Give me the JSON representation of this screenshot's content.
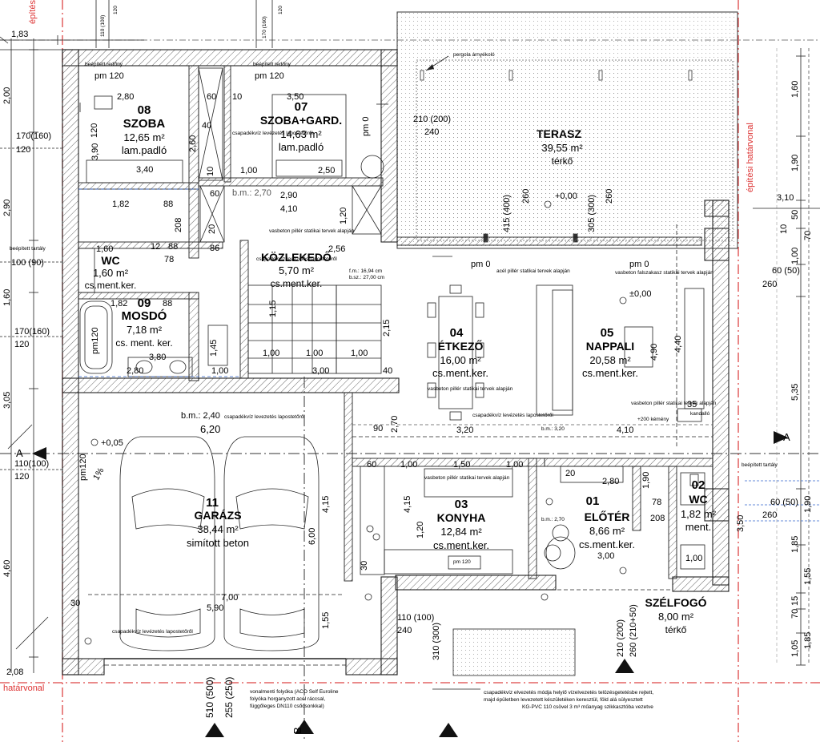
{
  "rooms": [
    {
      "id": "08",
      "name": "SZOBA",
      "area": "12,65 m²",
      "floor": "lam.padló"
    },
    {
      "id": "07",
      "name": "SZOBA+GARD.",
      "area": "14,63 m²",
      "floor": "lam.padló"
    },
    {
      "id": "",
      "name": "TERASZ",
      "area": "39,55 m²",
      "floor": "térkő"
    },
    {
      "id": "",
      "name": "WC",
      "area": "1,60 m²",
      "floor": "cs.ment.ker."
    },
    {
      "id": "",
      "name": "KÖZLEKEDŐ",
      "area": "5,70 m²",
      "floor": "cs.ment.ker."
    },
    {
      "id": "09",
      "name": "MOSDÓ",
      "area": "7,18 m²",
      "floor": "cs. ment. ker."
    },
    {
      "id": "04",
      "name": "ÉTKEZŐ",
      "area": "16,00 m²",
      "floor": "cs.ment.ker."
    },
    {
      "id": "05",
      "name": "NAPPALI",
      "area": "20,58 m²",
      "floor": "cs.ment.ker."
    },
    {
      "id": "11",
      "name": "GARÁZS",
      "area": "38,44 m²",
      "floor": "simított beton"
    },
    {
      "id": "03",
      "name": "KONYHA",
      "area": "12,84 m²",
      "floor": "cs.ment.ker."
    },
    {
      "id": "01",
      "name": "ELŐTÉR",
      "area": "8,66 m²",
      "floor": "cs.ment.ker."
    },
    {
      "id": "02",
      "name": "WC",
      "area": "1,82 m²",
      "floor": "ment."
    },
    {
      "id": "",
      "name": "SZÉLFOGÓ",
      "area": "8,00 m²",
      "floor": "térkő"
    }
  ],
  "labels": {
    "boundary_top": "építési",
    "boundary_right": "építési határvonal",
    "boundary_left_bottom": "határvonal",
    "pergola": "pergola árnyékoló",
    "section_a": "A",
    "section_b": "B"
  },
  "notes": {
    "downspout": "csapadékvíz levézetés lapostetőről",
    "downspout_short": "csapadékvíz levezetés lapostetőről",
    "pillar_concrete": "vasbeton pillér statikai tervek alapján",
    "pillar_steel": "acél pillér statikai tervek alapján",
    "wall_concrete": "vasbeton falszakasz statikai tervek alapján",
    "builtin_tank": "beépített tartály",
    "builtin_cabinet": "beépített redőny",
    "chimney": "+200 kémény",
    "stair_note1": "f.m.: 16,94 cm",
    "stair_note2": "b.sz.: 27,00 cm",
    "drain_line1": "vonalmenti folyóka (ACO Self Euroline",
    "drain_line2": "folyóka horganyzott acél ráccsal,",
    "drain_line3": "függőleges DN110 csőcsonkkal)",
    "bottom_line1": "csapadékvíz elvezetés módja helyiő vízelvezetés telözésgetetésbe rejtett,",
    "bottom_line2": "majd épületben levezetett készületéken keresztül, föld alá sülyesztett",
    "bottom_line3": "KG-PVC 110 csövel 3 m³ műanyag szikkasztóba vezetve",
    "kandallo": "kandalló"
  },
  "dimensions": {
    "top_183": "1,83",
    "top_110": "110 (100)",
    "top_120": "120",
    "top_170": "170 (160)",
    "left_200": "2,00",
    "left_170": "170(160)",
    "left_120a": "120",
    "left_290": "2,90",
    "left_100": "100 (90)",
    "left_160": "1,60",
    "left_170b": "170(160)",
    "left_120b": "120",
    "left_305": "3,05",
    "left_110": "110(100)",
    "left_120c": "120",
    "left_460": "4,60",
    "left_208": "2,08",
    "right_160": "1,60",
    "right_190": "1,90",
    "right_310": "3,10",
    "right_50": "50",
    "right_10": "10",
    "right_100": "1,00",
    "right_70": "70",
    "right_60": "60 (50)",
    "right_260": "260",
    "right_535": "5,35",
    "right_190b": "1,90",
    "right_350": "3,50",
    "right_185": "1,85",
    "right_155": "1,55",
    "right_15": "15",
    "right_70b": "70",
    "right_105": "1,05",
    "right_185b": "1,85",
    "r08_280": "2,80",
    "r08_390": "3,90",
    "r08_340": "3,40",
    "r08_182": "1,82",
    "r08_pm": "pm 120",
    "r08_120v": "120",
    "r08_120c": "120",
    "r07_350": "3,50",
    "r07_250": "2,50",
    "r07_100": "1,00",
    "r07_290": "2,90",
    "r07_410": "4,10",
    "r07_pm": "pm 120",
    "r07_pm0": "pm 0",
    "c_60": "60",
    "c_10": "10",
    "c_40": "40",
    "c_260": "2,60",
    "c_88": "88",
    "c_208": "208",
    "c_86": "86",
    "c_60b": "60",
    "c_10b": "10",
    "c_20": "20",
    "c_256": "2,56",
    "c_120": "1,20",
    "bm270": "b.m.: 2,70",
    "ter_210": "210 (200)",
    "ter_240": "240",
    "ter_415": "415 (400)",
    "ter_260": "260",
    "ter_305": "305 (300)",
    "ter_260b": "260",
    "pm0": "pm 0",
    "plus0": "+0,00",
    "wc_160": "1,60",
    "wc_78": "78",
    "wc_12": "12",
    "wc_88": "88",
    "mos_182": "1,82",
    "mos_88": "88",
    "mos_145": "1,45",
    "mos_380": "3,80",
    "mos_280": "2,80",
    "mos_100": "1,00",
    "mos_pm120": "pm120",
    "koz_115": "1,15",
    "koz_100a": "1,00",
    "koz_100b": "1,00",
    "koz_100c": "1,00",
    "koz_300": "3,00",
    "koz_40": "40",
    "koz_215": "2,15",
    "et_490": "4,90",
    "et_440": "4,40",
    "et_320": "3,20",
    "et_410": "4,10",
    "et_bm320": "b.m.: 3,20",
    "et_270": "2,70",
    "et_35": "35",
    "et_000": "±0,00",
    "g_bm240": "b.m.: 2,40",
    "g_620": "6,20",
    "g_005": "+0,05",
    "g_700": "7,00",
    "g_590": "5,90",
    "g_600": "6,00",
    "g_415": "4,15",
    "g_155": "1,55",
    "g_30": "30",
    "g_1pct": "1%",
    "g_pm120": "pm120",
    "k_100": "1,00",
    "k_150": "1,50",
    "k_100b": "1,00",
    "k_60": "60",
    "k_90": "90",
    "k_415": "4,15",
    "k_120": "1,20",
    "k_30": "30",
    "k_pm120": "pm 120",
    "e_280": "2,80",
    "e_300": "3,00",
    "e_20": "20",
    "e_bm270": "b.m.: 2,70",
    "e_208": "208",
    "e_78": "78",
    "e_190": "1,90",
    "e_100": "1,00",
    "b_110": "110 (100)",
    "b_240": "240",
    "b_310": "310 (300)",
    "b_210": "210 (200)",
    "b_260": "260 (210+50)",
    "b_510": "510 (500)",
    "b_255": "255 (250)"
  }
}
